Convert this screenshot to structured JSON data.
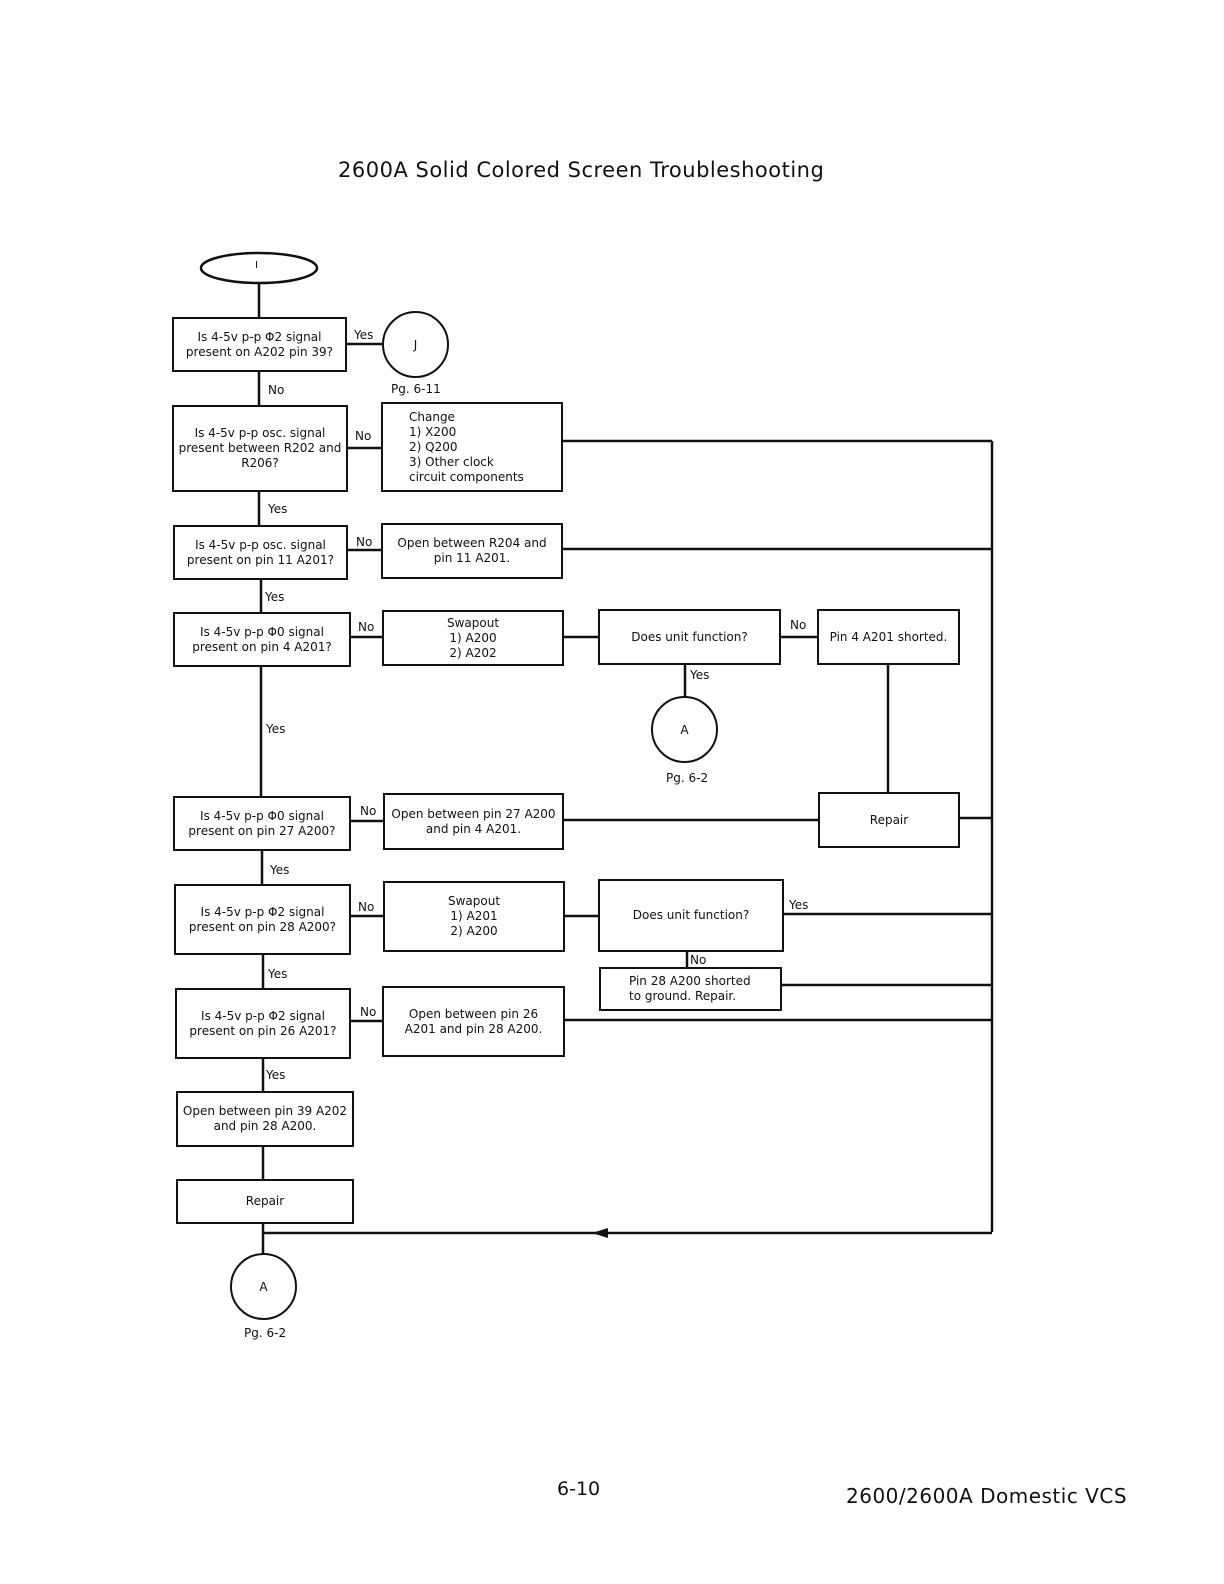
{
  "title": "2600A Solid Colored Screen Troubleshooting",
  "start_label": "I",
  "nodes": {
    "q1": "Is 4-5v p-p Φ2 signal\npresent on A202 pin 39?",
    "q2": "Is 4-5v p-p osc. signal\npresent between R202 and\nR206?",
    "q3": "Is 4-5v p-p osc. signal\npresent on pin 11 A201?",
    "q4": "Is 4-5v p-p Φ0 signal\npresent on pin 4 A201?",
    "q5": "Is 4-5v p-p Φ0 signal\npresent on pin 27 A200?",
    "q6": "Is 4-5v p-p Φ2 signal\npresent on pin 28 A200?",
    "q7": "Is 4-5v p-p Φ2 signal\npresent on pin 26 A201?",
    "a_change": "Change\n1) X200\n2) Q200\n3) Other clock\n    circuit components",
    "a_open1": "Open between R204 and\npin 11 A201.",
    "a_swap1": "Swapout\n1) A200\n2) A202",
    "a_func1": "Does unit function?",
    "a_pin4": "Pin 4 A201 shorted.",
    "a_open2": "Open between pin 27 A200\nand pin 4 A201.",
    "a_repair_right": "Repair",
    "a_swap2": "Swapout\n1) A201\n2) A200",
    "a_func2": "Does unit function?",
    "a_pin28": "Pin 28 A200 shorted\nto ground. Repair.",
    "a_open3": "Open between pin 26\nA201 and pin 28 A200.",
    "a_open4": "Open between pin 39 A202\nand pin 28 A200.",
    "a_repair_bottom": "Repair"
  },
  "connectors": {
    "j_label": "J",
    "j_ref": "Pg. 6-11",
    "a_mid_label": "A",
    "a_mid_ref": "Pg. 6-2",
    "a_bottom_label": "A",
    "a_bottom_ref": "Pg. 6-2"
  },
  "edge_labels": {
    "yes": "Yes",
    "no": "No"
  },
  "footer": {
    "page_number": "6-10",
    "document": "2600/2600A Domestic VCS"
  }
}
